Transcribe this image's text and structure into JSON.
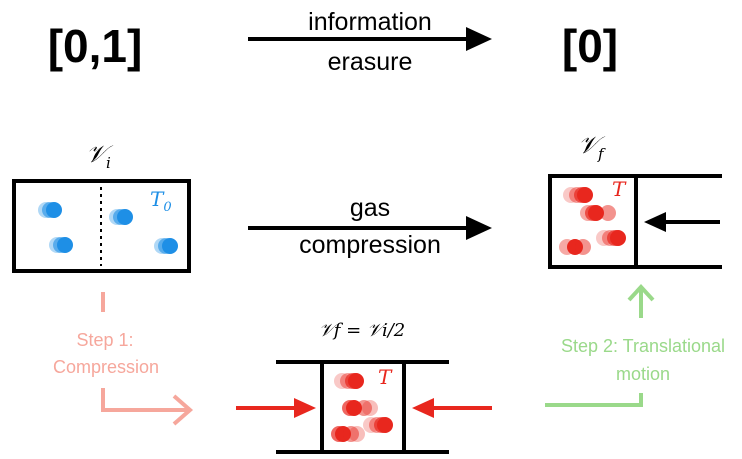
{
  "top": {
    "left_state": "[0,1]",
    "right_state": "[0]",
    "arrow_label_line1": "information",
    "arrow_label_line2": "erasure"
  },
  "middle": {
    "initial_volume": "𝒱",
    "initial_volume_sub": "i",
    "final_volume": "𝒱",
    "final_volume_sub": "f",
    "initial_temp": "T",
    "initial_temp_sub": "0",
    "final_temp": "T",
    "arrow_label_line1": "gas",
    "arrow_label_line2": "compression"
  },
  "bottom": {
    "volume_relation": "𝒱f = 𝒱i/2",
    "temp": "T",
    "step1_line1": "Step 1:",
    "step1_line2": "Compression",
    "step2_line1": "Step 2: Translational",
    "step2_line2": "motion"
  },
  "colors": {
    "black": "#000000",
    "blue_particle": "#1e8fe6",
    "red_particle": "#e8271e",
    "red_arrow": "#e8271e",
    "step1": "#f6a79c",
    "step2": "#9ad98a"
  }
}
